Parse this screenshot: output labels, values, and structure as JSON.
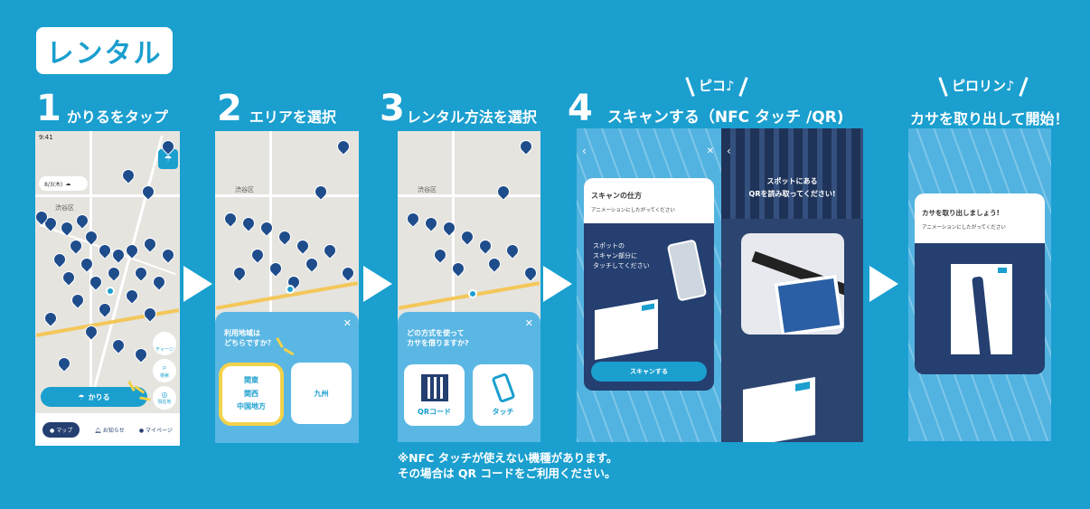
{
  "header": {
    "title": "レンタル"
  },
  "steps": [
    {
      "num": "1",
      "label": "かりるをタップ"
    },
    {
      "num": "2",
      "label": "エリアを選択"
    },
    {
      "num": "3",
      "label": "レンタル方法を選択"
    },
    {
      "num": "4",
      "label": "スキャンする（NFC タッチ /QR)"
    },
    {
      "label": "カサを取り出して開始！"
    }
  ],
  "sounds": {
    "pico": "ピコ♪",
    "pirorin": "ピロリン♪"
  },
  "screen1": {
    "time": "9:41",
    "date": "8/3(木)",
    "ward": "渋谷区",
    "borrow_button": "かりる",
    "nav": {
      "map": "マップ",
      "notice": "お知らせ",
      "mypage": "マイページ"
    },
    "side": {
      "charge": "チャージ",
      "search": "検索",
      "current": "現在地"
    }
  },
  "screen2": {
    "ward": "渋谷区",
    "question_line1": "利用地域は",
    "question_line2": "どちらですか？",
    "option_a": [
      "関東",
      "関西",
      "中国地方"
    ],
    "option_b": "九州"
  },
  "screen3": {
    "ward": "渋谷区",
    "question_line1": "どの方式を使って",
    "question_line2": "カサを借りますか?",
    "qr_label": "QRコード",
    "touch_label": "タッチ"
  },
  "screen4": {
    "card_title": "スキャンの仕方",
    "card_sub": "アニメーションにしたがってください",
    "instruction": [
      "スポットの",
      "スキャン部分に",
      "タッチしてください"
    ],
    "scan_button": "スキャンする"
  },
  "screen4b": {
    "line1": "スポットにある",
    "line2": "QRを読み取ってください!"
  },
  "screen5": {
    "card_title": "カサを取り出しましょう!",
    "card_sub": "アニメーションにしたがってください"
  },
  "note": {
    "line1": "※NFC タッチが使えない機種があります。",
    "line2": "その場合は QR コードをご利用ください。"
  },
  "colors": {
    "background": "#1a9fcf",
    "navy": "#243f70",
    "pin": "#1f4d8c",
    "highlight": "#f3d24a"
  }
}
